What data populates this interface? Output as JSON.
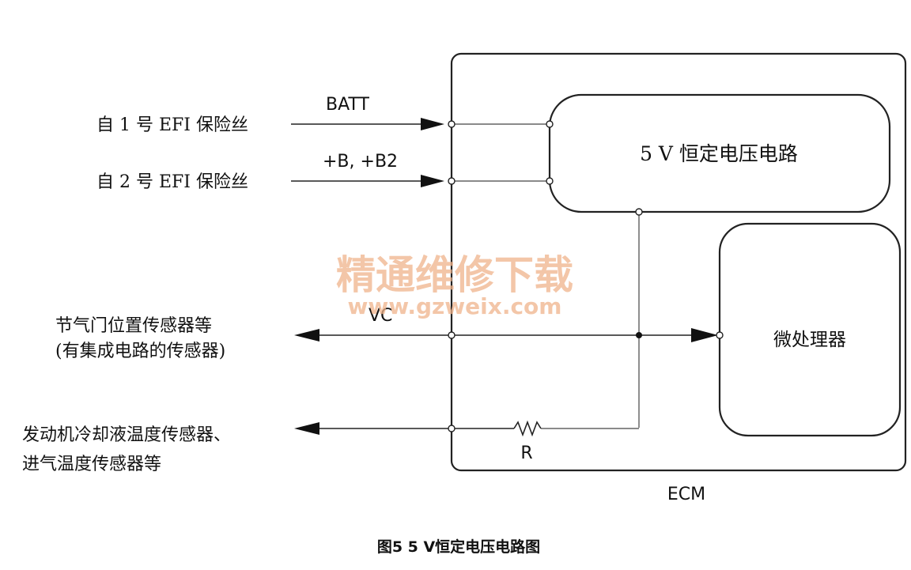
{
  "inputs": {
    "fuse1": "自 1 号 EFI 保险丝",
    "fuse2": "自 2 号 EFI 保险丝",
    "batt": "BATT",
    "b_b2": "+B, +B2"
  },
  "blocks": {
    "regulator": "5 V 恒定电压电路",
    "microprocessor": "微处理器",
    "ecm": "ECM"
  },
  "outputs": {
    "vc": "VC",
    "throttle_line1": "节气门位置传感器等",
    "throttle_line2": "(有集成电路的传感器)",
    "coolant_line1": "发动机冷却液温度传感器、",
    "coolant_line2": "进气温度传感器等",
    "resistor": "R"
  },
  "caption": "图5  5 V恒定电压电路图",
  "watermark": {
    "title": "精通维修下载",
    "url": "www.gzweix.com"
  }
}
